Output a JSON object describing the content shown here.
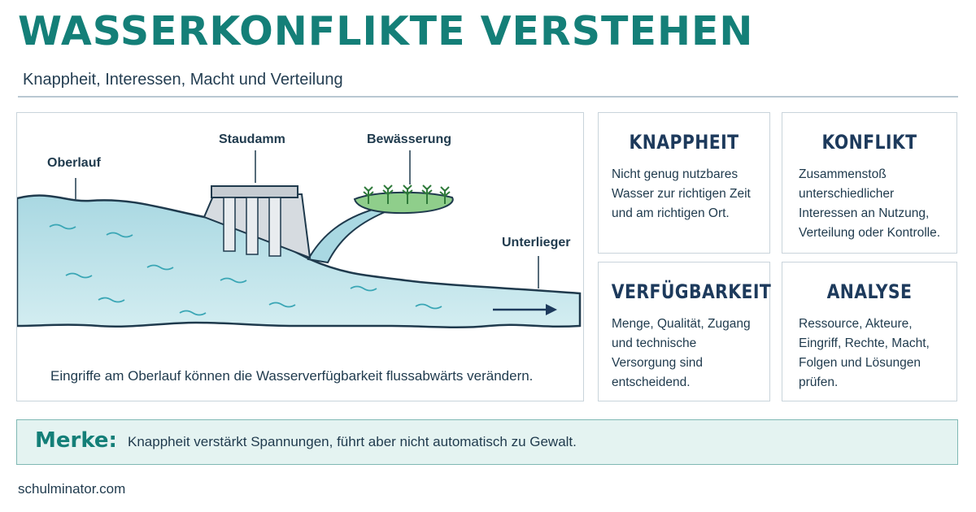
{
  "header": {
    "title": "WASSERKONFLIKTE VERSTEHEN",
    "subtitle": "Knappheit, Interessen, Macht und Verteilung"
  },
  "diagram": {
    "labels": {
      "oberlauf": "Oberlauf",
      "staudamm": "Staudamm",
      "bewaesserung": "Bewässerung",
      "unterlieger": "Unterlieger"
    },
    "caption": "Eingriffe am Oberlauf können die Wasserverfügbarkeit flussabwärts verändern."
  },
  "cards": [
    {
      "title": "KNAPPHEIT",
      "text": "Nicht genug nutzbares Wasser zur richtigen Zeit und am richtigen Ort."
    },
    {
      "title": "KONFLIKT",
      "text": "Zusammenstoß unterschiedlicher Interessen an Nutzung, Verteilung oder Kontrolle."
    },
    {
      "title": "VERFÜGBARKEIT",
      "text": "Menge, Qualität, Zugang und technische Versorgung sind entscheidend."
    },
    {
      "title": "ANALYSE",
      "text": "Ressource, Akteure, Eingriff, Rechte, Macht, Folgen und Lösungen prüfen."
    }
  ],
  "merke": {
    "label": "Merke:",
    "text": "Knappheit verstärkt Spannungen, führt aber nicht automatisch zu Gewalt."
  },
  "footer": {
    "site": "schulminator.com"
  },
  "colors": {
    "title": "#147f78",
    "card_title": "#1d3a5c",
    "water": "#bfe3ea",
    "merke_bg": "#e4f3f1"
  }
}
